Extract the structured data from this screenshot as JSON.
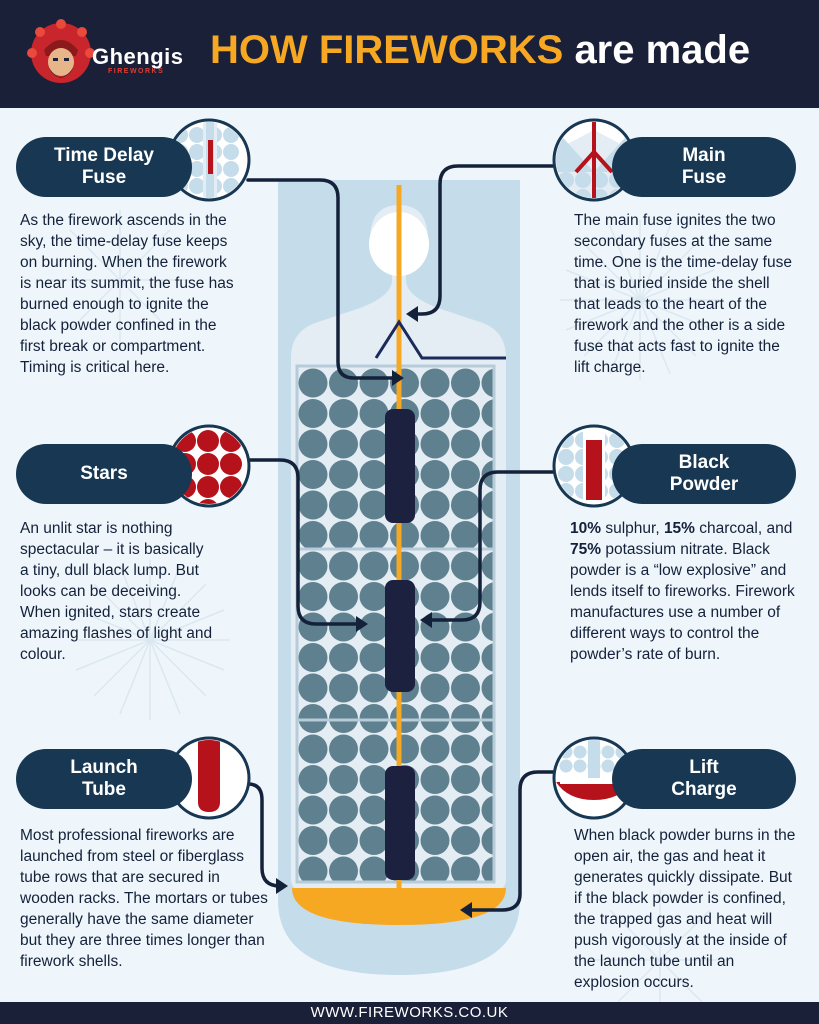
{
  "header": {
    "brand": "Ghengis",
    "brand_sub": "FIREWORKS",
    "title_highlight": "HOW FIREWORKS",
    "title_rest": "are made"
  },
  "sections": {
    "time_delay_fuse": {
      "label_1": "Time Delay",
      "label_2": "Fuse",
      "text": "As the firework ascends in the sky, the time-delay fuse keeps on burning. When the firework is near its summit, the fuse has burned enough to ignite the black powder confined in the first break or compartment. Timing is critical here."
    },
    "main_fuse": {
      "label_1": "Main",
      "label_2": "Fuse",
      "text": "The main fuse ignites the two secondary fuses at the same time. One is the time-delay fuse that is buried inside the shell that leads to the heart of the firework and the other is a side fuse that acts fast to ignite the lift charge."
    },
    "stars": {
      "label_1": "Stars",
      "text": "An unlit star is nothing spectacular – it is basically a tiny, dull black lump. But looks can be deceiving. When ignited, stars create amazing flashes of light and colour."
    },
    "black_powder": {
      "label_1": "Black",
      "label_2": "Powder",
      "text_p1": "10%",
      "text_p2": " sulphur, ",
      "text_p3": "15%",
      "text_p4": " charcoal, and ",
      "text_p5": "75%",
      "text_p6": " potassium nitrate. Black powder is a “low explosive” and lends itself to fireworks. Firework manufactures use a number of different ways to control the powder’s rate of burn."
    },
    "launch_tube": {
      "label_1": "Launch",
      "label_2": "Tube",
      "text": "Most professional fireworks are launched from steel or fiberglass tube rows that are secured in wooden racks. The mortars or tubes generally have the same diameter but they are three times longer than firework shells."
    },
    "lift_charge": {
      "label_1": "Lift",
      "label_2": "Charge",
      "text": "When black powder burns in the open air, the gas and heat it generates quickly dissipate. But if the black powder is confined, the trapped gas and heat will push vigorously at the inside of the launch tube until an explosion occurs."
    }
  },
  "footer": {
    "url": "WWW.FIREWORKS.CO.UK"
  },
  "colors": {
    "navy": "#1a2038",
    "pill": "#173752",
    "accent": "#f7a823",
    "red": "#b5121b",
    "tube": "#c5dcea",
    "shell": "#dfeaf1",
    "star": "#5f808e"
  }
}
